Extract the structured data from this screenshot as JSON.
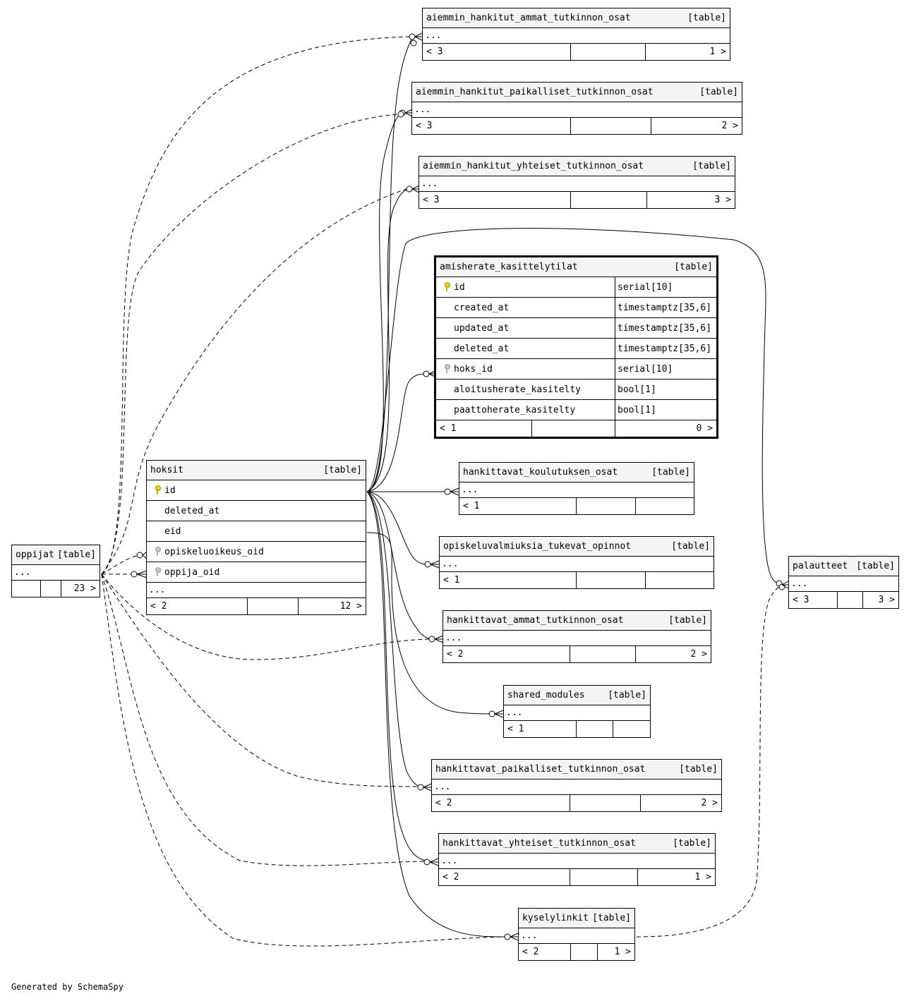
{
  "tables": [
    {
      "id": "t_aa",
      "name": "aiemmin_hankitut_ammat_tutkinnon_osat",
      "tag": "[table]",
      "ellipsis": "...",
      "footer": [
        "< 3",
        "",
        "1 >"
      ]
    },
    {
      "id": "t_ap",
      "name": "aiemmin_hankitut_paikalliset_tutkinnon_osat",
      "tag": "[table]",
      "ellipsis": "...",
      "footer": [
        "< 3",
        "",
        "2 >"
      ]
    },
    {
      "id": "t_ay",
      "name": "aiemmin_hankitut_yhteiset_tutkinnon_osat",
      "tag": "[table]",
      "ellipsis": "...",
      "footer": [
        "< 3",
        "",
        "3 >"
      ]
    },
    {
      "id": "t_am",
      "name": "amisherate_kasittelytilat",
      "tag": "[table]",
      "focus": true,
      "columns": [
        {
          "name": "id",
          "type": "serial[10]",
          "key": "pk"
        },
        {
          "name": "created_at",
          "type": "timestamptz[35,6]",
          "key": ""
        },
        {
          "name": "updated_at",
          "type": "timestamptz[35,6]",
          "key": ""
        },
        {
          "name": "deleted_at",
          "type": "timestamptz[35,6]",
          "key": ""
        },
        {
          "name": "hoks_id",
          "type": "serial[10]",
          "key": "fk"
        },
        {
          "name": "aloitusherate_kasitelty",
          "type": "bool[1]",
          "key": ""
        },
        {
          "name": "paattoherate_kasitelty",
          "type": "bool[1]",
          "key": ""
        }
      ],
      "footer": [
        "< 1",
        "",
        "0 >"
      ]
    },
    {
      "id": "t_hk",
      "name": "hankittavat_koulutuksen_osat",
      "tag": "[table]",
      "ellipsis": "...",
      "footer": [
        "< 1",
        "",
        ""
      ]
    },
    {
      "id": "t_ov",
      "name": "opiskeluvalmiuksia_tukevat_opinnot",
      "tag": "[table]",
      "ellipsis": "...",
      "footer": [
        "< 1",
        "",
        ""
      ]
    },
    {
      "id": "t_ha",
      "name": "hankittavat_ammat_tutkinnon_osat",
      "tag": "[table]",
      "ellipsis": "...",
      "footer": [
        "< 2",
        "",
        "2 >"
      ]
    },
    {
      "id": "t_sm",
      "name": "shared_modules",
      "tag": "[table]",
      "ellipsis": "...",
      "footer": [
        "< 1",
        "",
        ""
      ]
    },
    {
      "id": "t_hp",
      "name": "hankittavat_paikalliset_tutkinnon_osat",
      "tag": "[table]",
      "ellipsis": "...",
      "footer": [
        "< 2",
        "",
        "2 >"
      ]
    },
    {
      "id": "t_hy",
      "name": "hankittavat_yhteiset_tutkinnon_osat",
      "tag": "[table]",
      "ellipsis": "...",
      "footer": [
        "< 2",
        "",
        "1 >"
      ]
    },
    {
      "id": "t_ky",
      "name": "kyselylinkit",
      "tag": "[table]",
      "ellipsis": "...",
      "footer": [
        "< 2",
        "",
        "1 >"
      ]
    },
    {
      "id": "t_pa",
      "name": "palautteet",
      "tag": "[table]",
      "ellipsis": "...",
      "footer": [
        "< 3",
        "",
        "3 >"
      ]
    },
    {
      "id": "t_op",
      "name": "oppijat",
      "tag": "[table]",
      "ellipsis": "...",
      "footer": [
        "",
        "",
        "23 >"
      ]
    },
    {
      "id": "t_ho",
      "name": "hoksit",
      "tag": "[table]",
      "columns": [
        {
          "name": "id",
          "key": "pk"
        },
        {
          "name": "deleted_at",
          "key": ""
        },
        {
          "name": "eid",
          "key": ""
        },
        {
          "name": "opiskeluoikeus_oid",
          "key": "fk"
        },
        {
          "name": "oppija_oid",
          "key": "fk"
        }
      ],
      "ellipsis": "...",
      "footer": [
        "< 2",
        "",
        "12 >"
      ]
    }
  ],
  "footer_text": "Generated by SchemaSpy"
}
